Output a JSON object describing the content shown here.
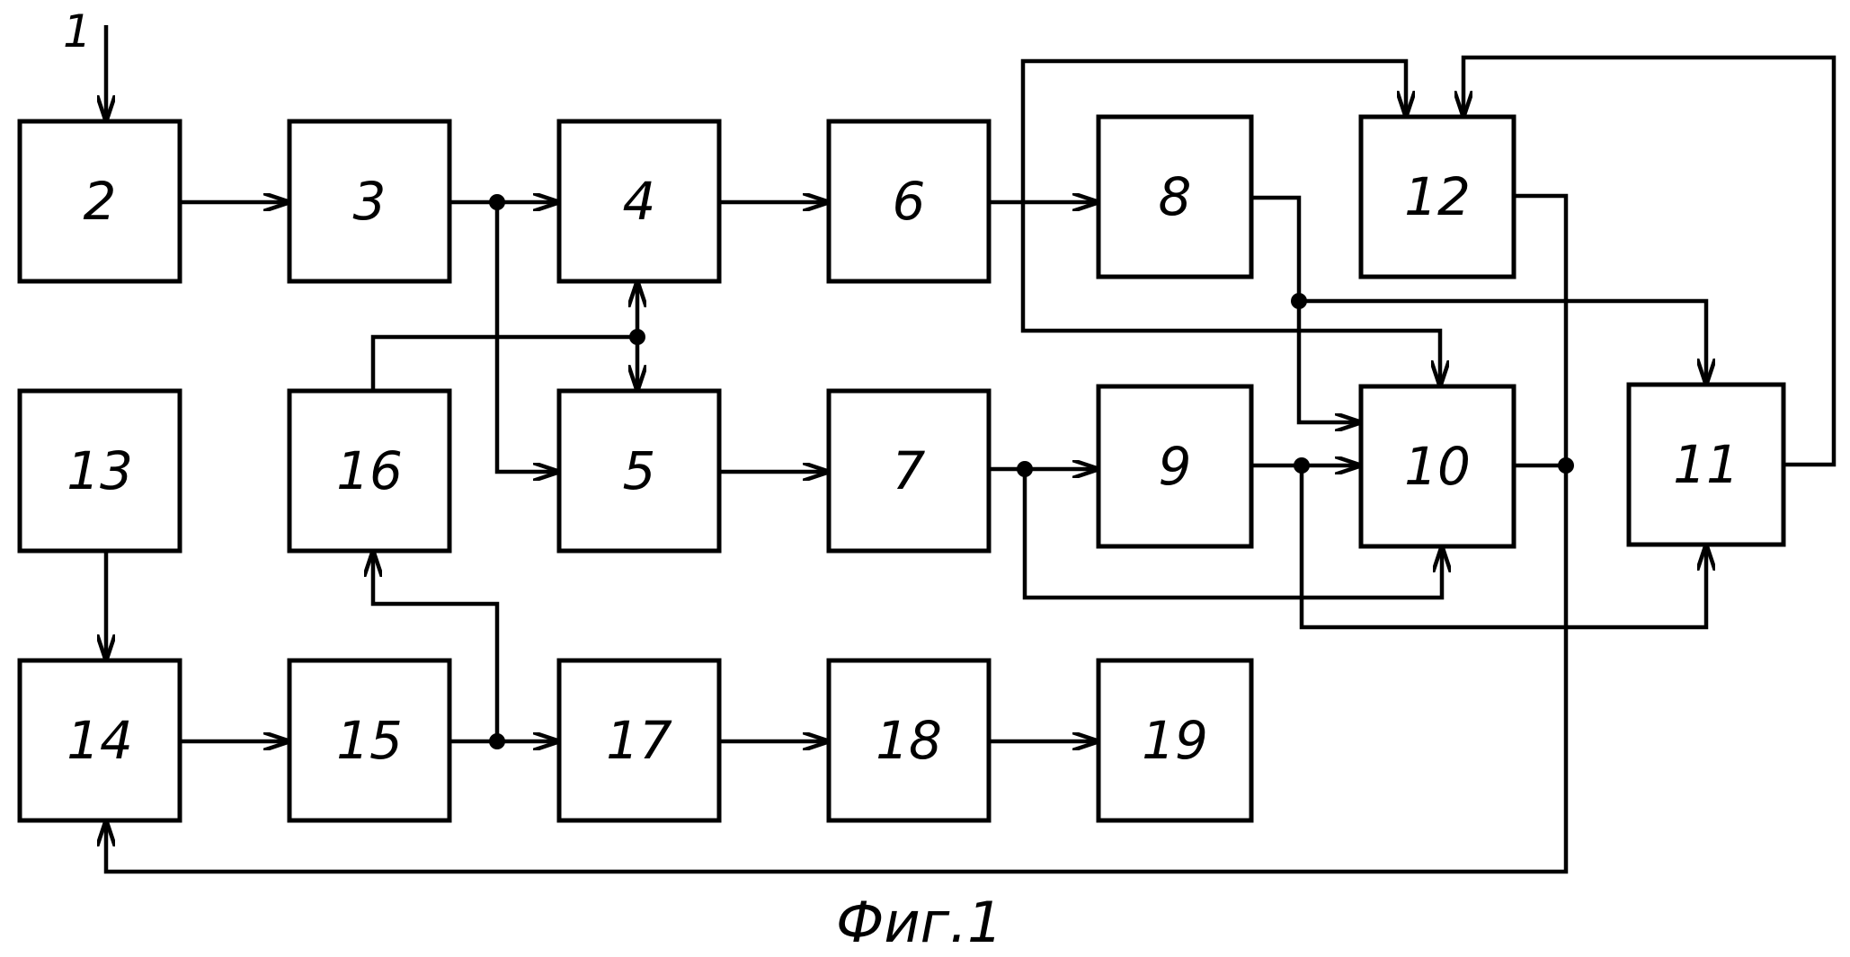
{
  "input_label": "1",
  "caption": "Фиг.1",
  "blocks": [
    {
      "id": "2",
      "label": "2"
    },
    {
      "id": "3",
      "label": "3"
    },
    {
      "id": "4",
      "label": "4"
    },
    {
      "id": "5",
      "label": "5"
    },
    {
      "id": "6",
      "label": "6"
    },
    {
      "id": "7",
      "label": "7"
    },
    {
      "id": "8",
      "label": "8"
    },
    {
      "id": "9",
      "label": "9"
    },
    {
      "id": "10",
      "label": "10"
    },
    {
      "id": "11",
      "label": "11"
    },
    {
      "id": "12",
      "label": "12"
    },
    {
      "id": "13",
      "label": "13"
    },
    {
      "id": "14",
      "label": "14"
    },
    {
      "id": "15",
      "label": "15"
    },
    {
      "id": "16",
      "label": "16"
    },
    {
      "id": "17",
      "label": "17"
    },
    {
      "id": "18",
      "label": "18"
    },
    {
      "id": "19",
      "label": "19"
    }
  ]
}
